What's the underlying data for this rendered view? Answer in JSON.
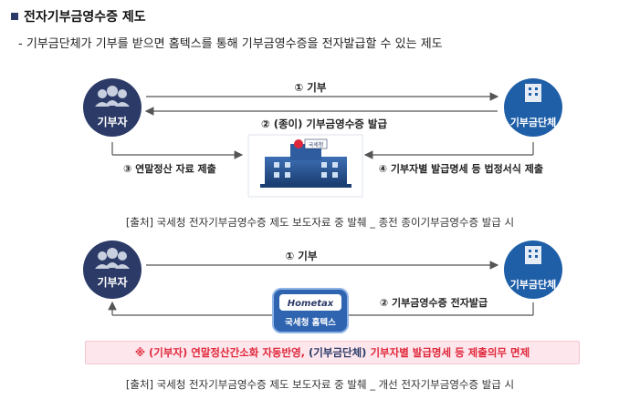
{
  "page": {
    "heading": "전자기부금영수증 제도",
    "subline": "- 기부금단체가 기부를 받으면 홈텍스를 통해 기부금영수증을 전자발급할 수 있는 제도"
  },
  "diagram1": {
    "donor_label": "기부자",
    "org_label": "기부금단체",
    "arrow_donate": "① 기부",
    "arrow_paper_receipt": "② (종이) 기부금영수증 발급",
    "arrow_submit_year_end": "③ 연말정산 자료 제출",
    "arrow_submit_statement": "④ 기부자별 발급명세 등 법정서식 제출",
    "building_sign": "국세청",
    "caption": "[출처] 국세청 전자기부금영수증 제도 보도자료 중 발췌 _ 종전 종이기부금영수증 발급 시"
  },
  "diagram2": {
    "donor_label": "기부자",
    "org_label": "기부금단체",
    "arrow_donate": "① 기부",
    "arrow_e_receipt": "② 기부금영수증 전자발급",
    "hometax_logo": "Hometax",
    "hometax_label": "국세청 홈텍스",
    "note_red1": "※ (기부자) 연말정산간소화  자동반영, ",
    "note_dark": "(기부금단체) ",
    "note_red2": "기부자별 발급명세 등 제출의무 면제",
    "caption": "[출처] 국세청 전자기부금영수증 제도 보도자료 중 발췌 _ 개선 전자기부금영수증 발급 시"
  },
  "colors": {
    "navy": "#2b3a67",
    "blue": "#1f5fa8",
    "red": "#e0283c"
  }
}
